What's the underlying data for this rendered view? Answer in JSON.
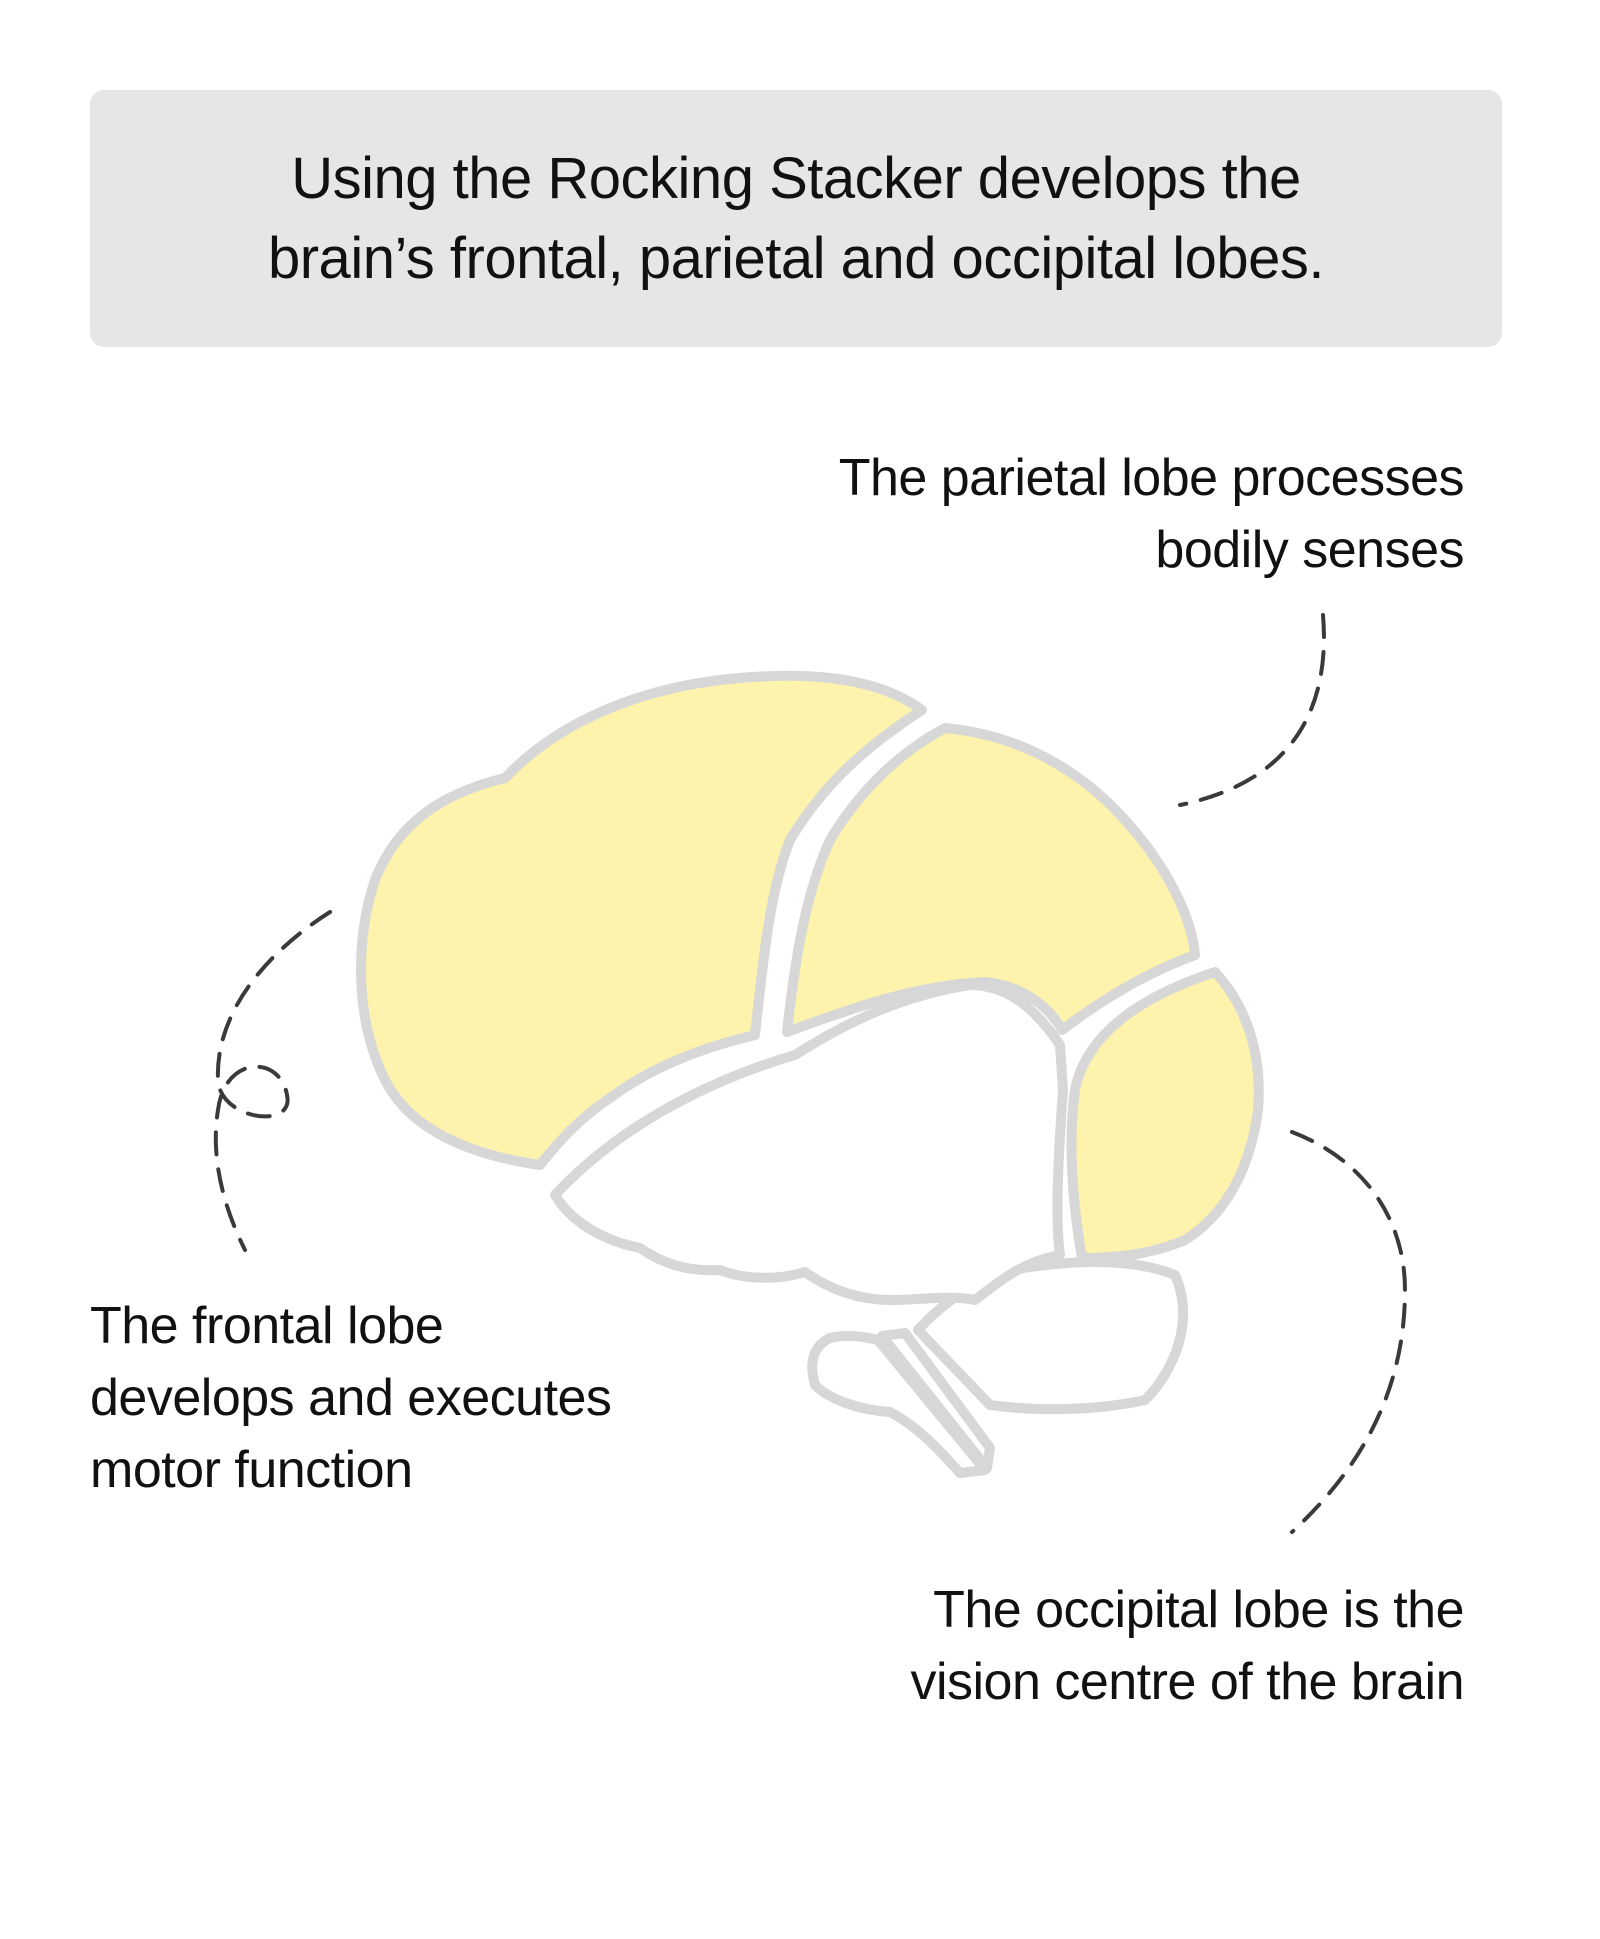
{
  "title": {
    "line1": "Using the Rocking Stacker develops the",
    "line2": "brain’s frontal, parietal and occipital lobes."
  },
  "labels": {
    "parietal": {
      "line1": "The parietal lobe processes",
      "line2": "bodily senses"
    },
    "frontal": {
      "line1": "The frontal lobe",
      "line2": "develops and executes",
      "line3": "motor function"
    },
    "occipital": {
      "line1": "The occipital lobe is the",
      "line2": "vision centre of the brain"
    }
  },
  "colors": {
    "lobe_fill": "#fdf3ad",
    "outline": "#d7d7d7",
    "leader_line": "#3a3a3a",
    "title_background": "#e6e6e6"
  }
}
